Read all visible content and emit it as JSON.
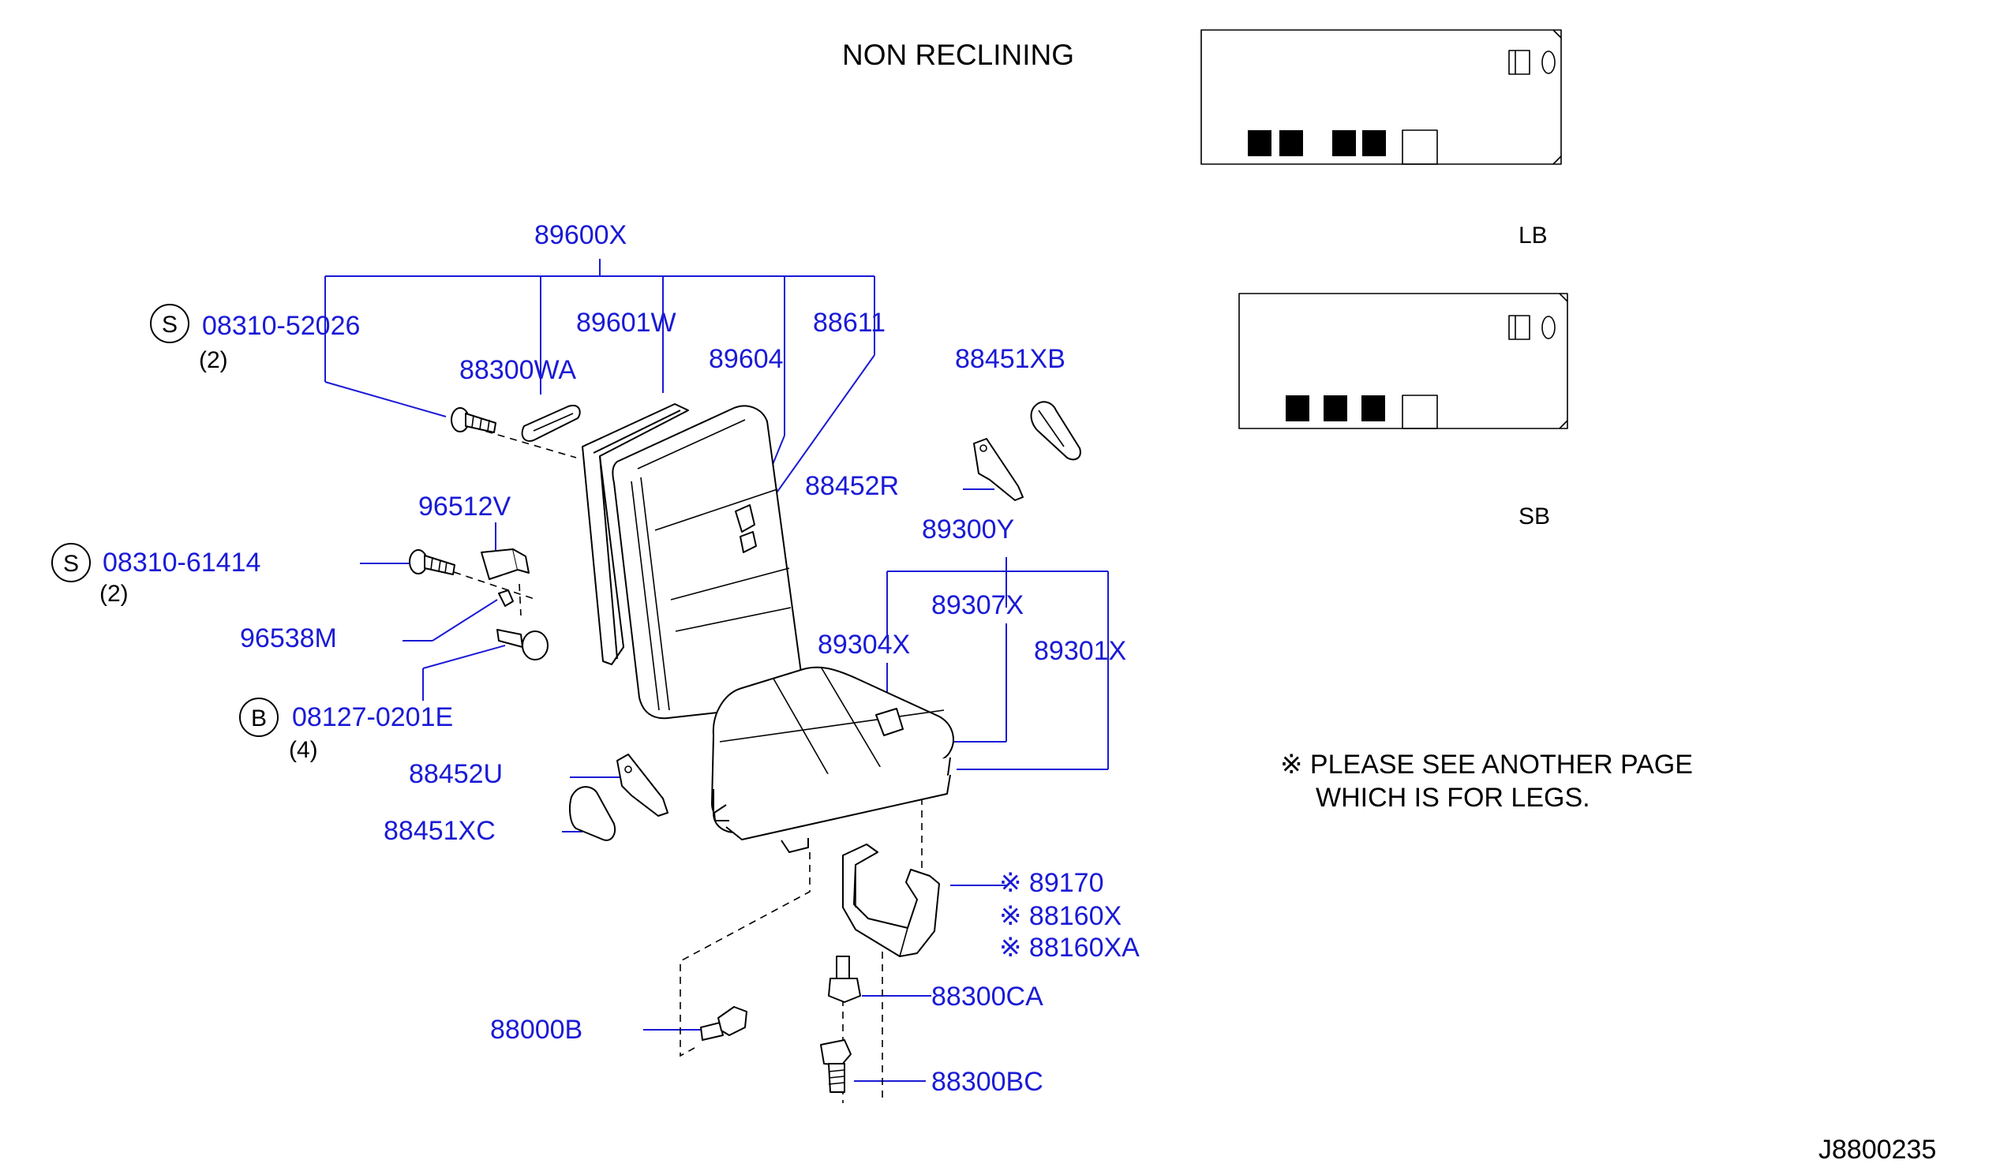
{
  "heading": "NON  RECLINING",
  "drawing_id": "J8800235",
  "note": {
    "line1": "※ PLEASE  SEE  ANOTHER  PAGE",
    "line2": "WHICH  IS  FOR  LEGS."
  },
  "variants": {
    "lb": {
      "label": "LB",
      "filled_boxes": 4
    },
    "sb": {
      "label": "SB",
      "filled_boxes": 3
    }
  },
  "symbols": {
    "screw": "S",
    "bolt": "B"
  },
  "parts": {
    "p89600X": "89600X",
    "p08310_52026": "08310-52026",
    "q08310_52026": "(2)",
    "p88300WA": "88300WA",
    "p89601W": "89601W",
    "p89604": "89604",
    "p88611": "88611",
    "p88451XB": "88451XB",
    "p88452R": "88452R",
    "p96512V": "96512V",
    "p08310_61414": "08310-61414",
    "q08310_61414": "(2)",
    "p96538M": "96538M",
    "p08127_0201E": "08127-0201E",
    "q08127_0201E": "(4)",
    "p89300Y": "89300Y",
    "p89307X": "89307X",
    "p89304X": "89304X",
    "p89301X": "89301X",
    "p88452U": "88452U",
    "p88451XC": "88451XC",
    "p89170": "※ 89170",
    "p88160X": "※ 88160X",
    "p88160XA": "※ 88160XA",
    "p88300CA": "88300CA",
    "p88000B": "88000B",
    "p88300BC": "88300BC"
  }
}
